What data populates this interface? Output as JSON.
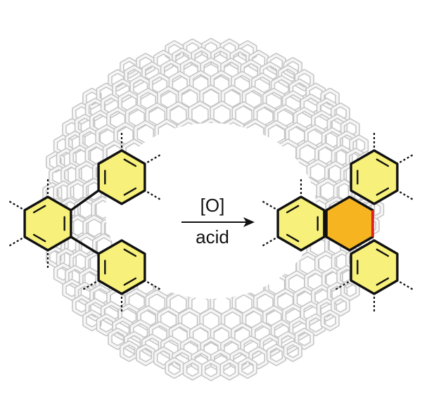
{
  "reaction": {
    "reagent_top": "[O]",
    "reagent_bottom": "acid"
  },
  "colors": {
    "cage_stroke": "#dcdcdc",
    "cage_edge": "#c4c4c4",
    "ring_fill": "#f7f07a",
    "fused_ring_fill": "#f6b421",
    "new_bond": "#e3201b",
    "bond": "#111111"
  },
  "icons": {
    "cage": "hexagonal-nanobelt-cage",
    "arrow": "right-arrow-icon"
  }
}
